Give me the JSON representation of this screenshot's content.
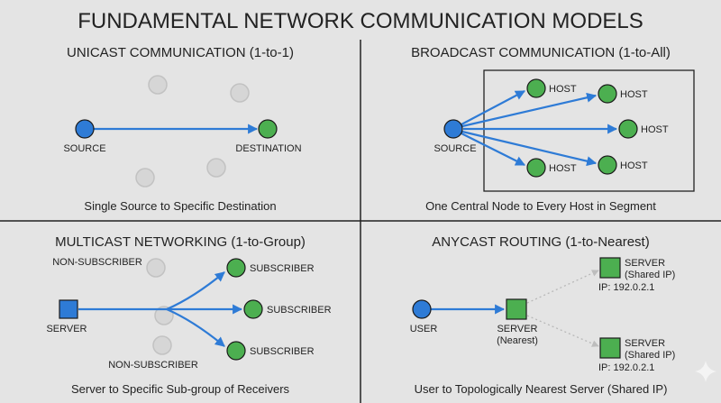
{
  "title": "FUNDAMENTAL NETWORK COMMUNICATION MODELS",
  "colors": {
    "background": "#e4e4e4",
    "source": "#2e7bd6",
    "target": "#4caf50",
    "inactive": "#d6d6d6",
    "arrow": "#2e7bd6"
  },
  "unicast": {
    "title": "UNICAST COMMUNICATION (1-to-1)",
    "source": "SOURCE",
    "destination": "DESTINATION",
    "caption": "Single Source to Specific Destination"
  },
  "broadcast": {
    "title": "BROADCAST COMMUNICATION (1-to-All)",
    "source": "SOURCE",
    "host": "HOST",
    "caption": "One Central Node to Every Host in Segment"
  },
  "multicast": {
    "title": "MULTICAST NETWORKING (1-to-Group)",
    "server": "SERVER",
    "subscriber": "SUBSCRIBER",
    "non_subscriber": "NON-SUBSCRIBER",
    "caption": "Server to Specific Sub-group of Receivers"
  },
  "anycast": {
    "title": "ANYCAST ROUTING (1-to-Nearest)",
    "user": "USER",
    "server": "SERVER",
    "nearest": "(Nearest)",
    "shared": "(Shared IP)",
    "ip": "IP: 192.0.2.1",
    "caption": "User to Topologically Nearest Server (Shared IP)"
  }
}
